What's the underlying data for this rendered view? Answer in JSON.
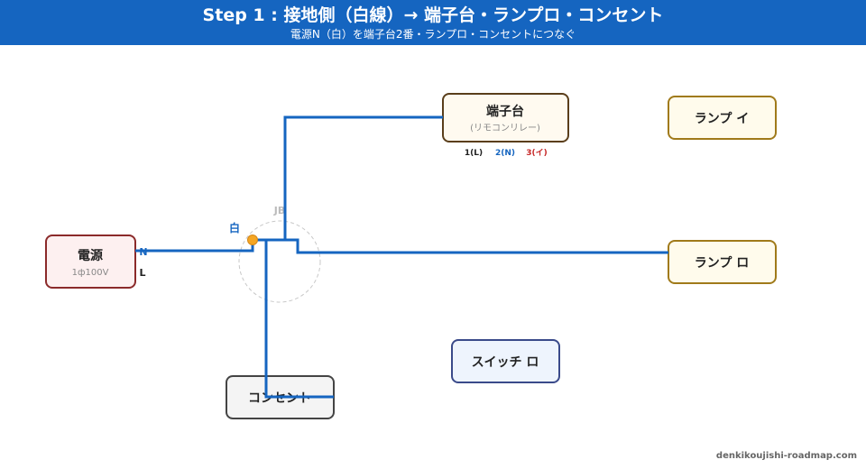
{
  "header": {
    "title": "Step 1 : 接地側（白線）→ 端子台・ランプロ・コンセント",
    "subtitle": "電源N（白）を端子台2番・ランプロ・コンセントにつなぐ"
  },
  "diagram": {
    "power": {
      "label": "電源",
      "sub": "1ф100V",
      "n_label": "N",
      "l_label": "L"
    },
    "terminal_block": {
      "label": "端子台",
      "sub": "(リモコンリレー)",
      "t1": "1(L)",
      "t2": "2(N)",
      "t3": "3(イ)"
    },
    "lamp_i": {
      "label": "ランプ イ"
    },
    "lamp_ro": {
      "label": "ランプ ロ"
    },
    "switch_ro": {
      "label": "スイッチ ロ"
    },
    "outlet": {
      "label": "コンセント"
    },
    "jb_label": "JB",
    "white_wire_label": "白",
    "footer": "denkikoujishi-roadmap.com"
  },
  "colors": {
    "header_bg": "#1565c0",
    "neutral_wire": "#1565c0",
    "joint": "#f5a623",
    "power_border": "#8b2a2a",
    "power_fill": "#fdf0f0",
    "terminal_border": "#5a3e1b",
    "terminal_fill": "#fffaf0",
    "lamp_border": "#a07a1a",
    "lamp_fill": "#fffbec",
    "switch_border": "#3a4a8a",
    "switch_fill": "#eef4fd",
    "outlet_border": "#444444",
    "outlet_fill": "#f4f4f4",
    "t2_color": "#1565c0",
    "t3_color": "#c62828"
  }
}
